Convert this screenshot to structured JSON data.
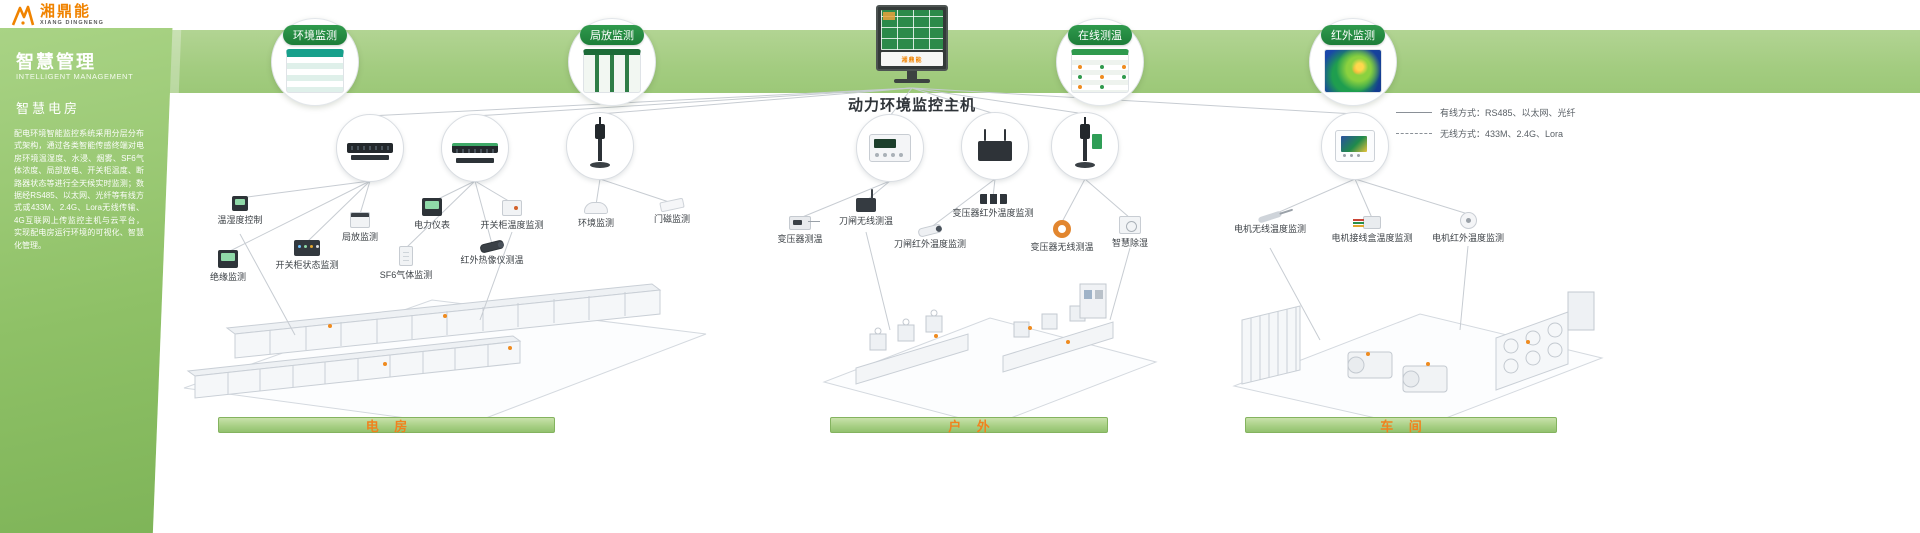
{
  "brand": {
    "name": "湘鼎能",
    "name_en": "XIANG DINGNENG"
  },
  "sidebar": {
    "title": "智慧管理",
    "title_en": "INTELLIGENT MANAGEMENT",
    "section": "智慧电房",
    "description": "配电环境智能监控系统采用分层分布式架构，通过各类智能传感终端对电房环境温湿度、水浸、烟雾、SF6气体浓度、局部放电、开关柜温度、断路器状态等进行全天候实时监测；数据经RS485、以太网、光纤等有线方式或433M、2.4G、Lora无线传输、4G互联网上传监控主机与云平台，实现配电房运行环境的可视化、智慧化管理。"
  },
  "callouts": [
    {
      "label": "环境监测"
    },
    {
      "label": "局放监测"
    },
    {
      "label": "在线测温"
    },
    {
      "label": "红外监测"
    }
  ],
  "host_label": "动力环境监控主机",
  "legend": {
    "wired": "有线方式：RS485、以太网、光纤",
    "wireless": "无线方式：433M、2.4G、Lora"
  },
  "sections": [
    {
      "name": "电 房",
      "devices": [
        {
          "label": "温湿度控制"
        },
        {
          "label": "绝缘监测"
        },
        {
          "label": "开关柜状态监测"
        },
        {
          "label": "局放监测"
        },
        {
          "label": "SF6气体监测"
        },
        {
          "label": "电力仪表"
        },
        {
          "label": "红外热像仪测温"
        },
        {
          "label": "开关柜温度监测"
        },
        {
          "label": "环境监测"
        },
        {
          "label": "门磁监测"
        }
      ]
    },
    {
      "name": "户 外",
      "devices": [
        {
          "label": "变压器测温"
        },
        {
          "label": "刀闸无线测温"
        },
        {
          "label": "刀闸红外温度监测"
        },
        {
          "label": "变压器红外温度监测"
        },
        {
          "label": "变压器无线测温"
        },
        {
          "label": "智慧除湿"
        }
      ]
    },
    {
      "name": "车 间",
      "devices": [
        {
          "label": "电机无线温度监测"
        },
        {
          "label": "电机接线盒温度监测"
        },
        {
          "label": "电机红外温度监测"
        }
      ]
    }
  ]
}
